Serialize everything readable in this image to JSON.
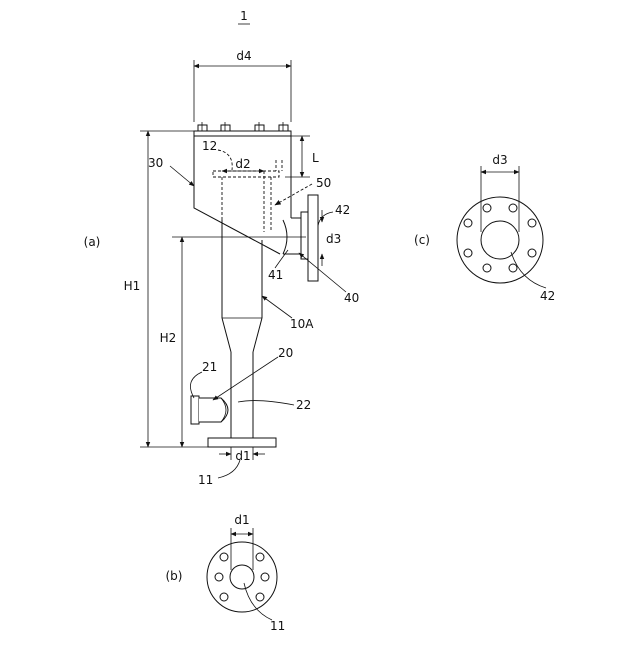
{
  "figure": {
    "number": "1",
    "views": {
      "a": "(a)",
      "b": "(b)",
      "c": "(c)"
    },
    "dimensions": {
      "d1": "d1",
      "d2": "d2",
      "d3": "d3",
      "d4": "d4",
      "L": "L",
      "H1": "H1",
      "H2": "H2"
    },
    "refs": {
      "r10A": "10A",
      "r11": "11",
      "r12": "12",
      "r20": "20",
      "r21": "21",
      "r22": "22",
      "r30": "30",
      "r40": "40",
      "r41": "41",
      "r42": "42",
      "r50": "50"
    }
  }
}
